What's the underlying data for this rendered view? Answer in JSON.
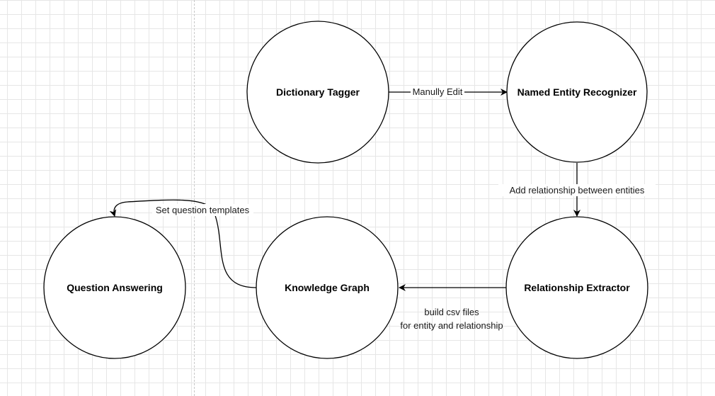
{
  "nodes": {
    "dictionary_tagger": "Dictionary Tagger",
    "named_entity_recognizer": "Named Entity Recognizer",
    "relationship_extractor": "Relationship Extractor",
    "knowledge_graph": "Knowledge Graph",
    "question_answering": "Question Answering"
  },
  "edges": {
    "manual_edit": "Manully Edit",
    "add_relationship": "Add relationship between entities",
    "build_csv_line1": "build csv files",
    "build_csv_line2": "for entity and relationship",
    "question_templates": "Set question templates"
  },
  "colors": {
    "stroke": "#000000",
    "grid": "#e6e6e6",
    "background": "#ffffff"
  }
}
